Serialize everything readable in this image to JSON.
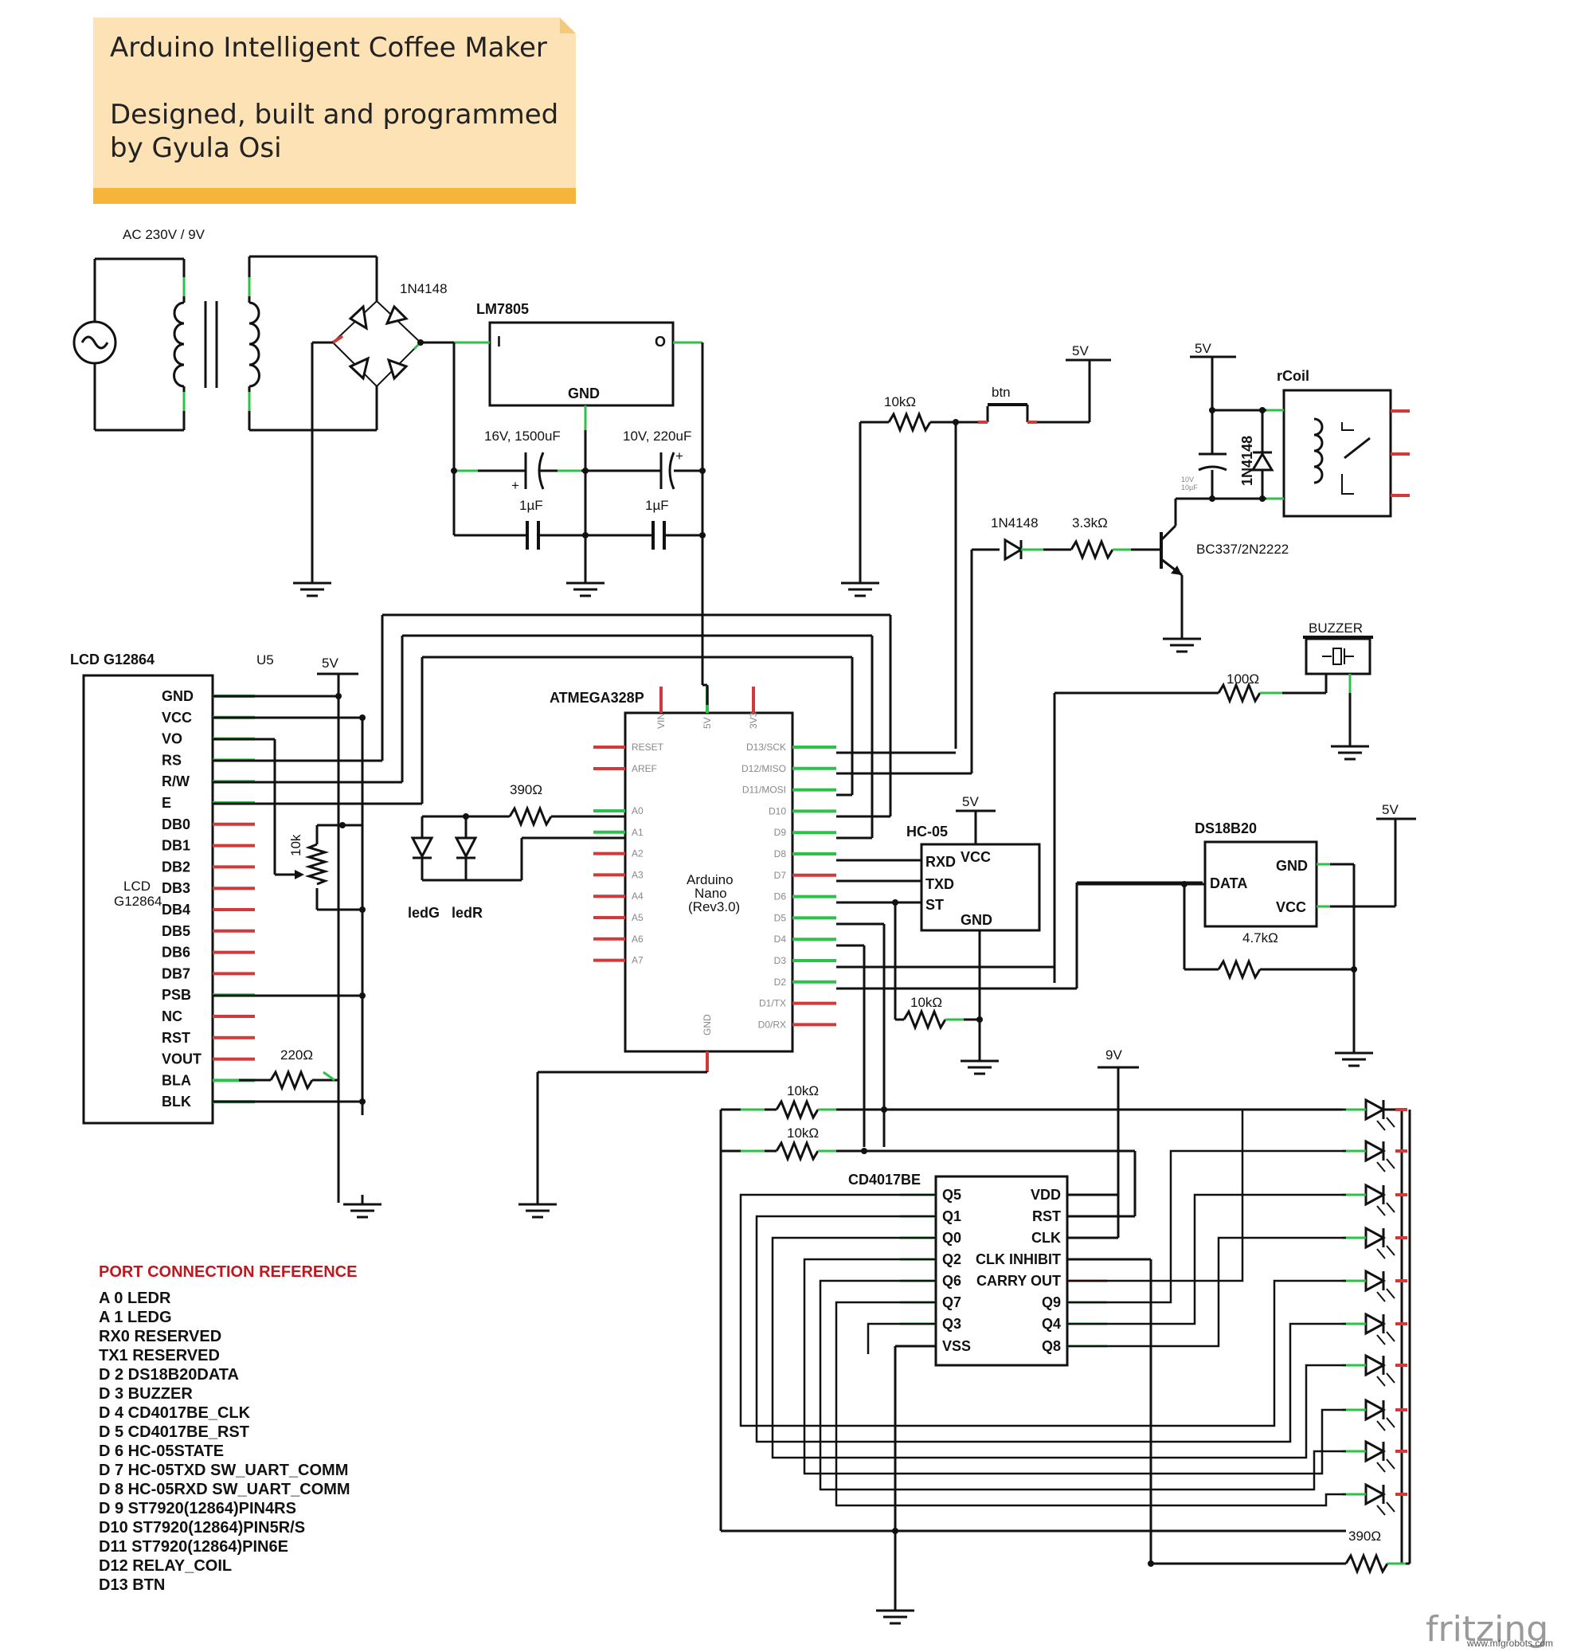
{
  "note": {
    "line1": "Arduino Intelligent Coffee Maker",
    "line2": "Designed, built and programmed",
    "line3": "by Gyula Osi"
  },
  "labels": {
    "ac": "AC 230V / 9V",
    "bridge": "1N4148",
    "reg": "LM7805",
    "reg_in": "I",
    "reg_out": "O",
    "reg_gnd": "GND",
    "cap1": "16V, 1500uF",
    "cap2": "10V, 220uF",
    "cap3": "1µF",
    "cap4": "1µF",
    "v5a": "5V",
    "v5b": "5V",
    "v5c": "5V",
    "v5d": "5V",
    "v5e": "5V",
    "v9": "9V",
    "r10k_btn": "10kΩ",
    "btn": "btn",
    "rcoil": "rCoil",
    "relay_diode": "1N4148",
    "cap_small_1": "10V",
    "cap_small_2": "10µF",
    "d_base": "1N4148",
    "r33k": "3.3kΩ",
    "transistor": "BC337/2N2222",
    "buzzer": "BUZZER",
    "r100": "100Ω",
    "lcd": "LCD G12864",
    "u5": "U5",
    "lcd_inner1": "LCD",
    "lcd_inner2": "G12864",
    "pot": "10k",
    "r390": "390Ω",
    "ledG": "ledG",
    "ledR": "ledR",
    "r220": "220Ω",
    "mcu": "ATMEGA328P",
    "mcu_name1": "Arduino",
    "mcu_name2": "Nano",
    "mcu_name3": "(Rev3.0)",
    "hc05": "HC-05",
    "hc_rxd": "RXD",
    "hc_vcc": "VCC",
    "hc_txd": "TXD",
    "hc_st": "ST",
    "hc_gnd": "GND",
    "r10k_hc": "10kΩ",
    "ds": "DS18B20",
    "ds_gnd": "GND",
    "ds_data": "DATA",
    "ds_vcc": "VCC",
    "r47k": "4.7kΩ",
    "cd": "CD4017BE",
    "r10k_a": "10kΩ",
    "r10k_b": "10kΩ",
    "r390_led": "390Ω"
  },
  "lcd_pins": [
    "GND",
    "VCC",
    "VO",
    "RS",
    "R/W",
    "E",
    "DB0",
    "DB1",
    "DB2",
    "DB3",
    "DB4",
    "DB5",
    "DB6",
    "DB7",
    "PSB",
    "NC",
    "RST",
    "VOUT",
    "BLA",
    "BLK"
  ],
  "mcu_left_pins": [
    "RESET",
    "AREF",
    "A0",
    "A1",
    "A2",
    "A3",
    "A4",
    "A5",
    "A6",
    "A7"
  ],
  "mcu_right_pins": [
    "D13/SCK",
    "D12/MISO",
    "D11/MOSI",
    "D10",
    "D9",
    "D8",
    "D7",
    "D6",
    "D5",
    "D4",
    "D3",
    "D2",
    "D1/TX",
    "D0/RX"
  ],
  "mcu_top_pins": [
    "VIN",
    "5V",
    "3V3"
  ],
  "mcu_bottom_pin": "GND",
  "cd_left_pins": [
    "Q5",
    "Q1",
    "Q0",
    "Q2",
    "Q6",
    "Q7",
    "Q3",
    "VSS"
  ],
  "cd_right_pins": [
    "VDD",
    "RST",
    "CLK",
    "CLK INHIBIT",
    "CARRY OUT",
    "Q9",
    "Q4",
    "Q8"
  ],
  "reference": {
    "title": "PORT CONNECTION REFERENCE",
    "rows": [
      "A  0 LEDR",
      "A  1 LEDG",
      "RX0 RESERVED",
      "TX1 RESERVED",
      "D  2 DS18B20DATA",
      "D  3 BUZZER",
      "D  4 CD4017BE_CLK",
      "D  5 CD4017BE_RST",
      "D  6 HC-05STATE",
      "D  7 HC-05TXD SW_UART_COMM",
      "D  8 HC-05RXD SW_UART_COMM",
      "D  9 ST7920(12864)PIN4RS",
      "D10 ST7920(12864)PIN5R/S",
      "D11 ST7920(12864)PIN6E",
      "D12 RELAY_COIL",
      "D13 BTN"
    ]
  },
  "brand": "fritzing",
  "credit": "www.mfgrobots.com"
}
